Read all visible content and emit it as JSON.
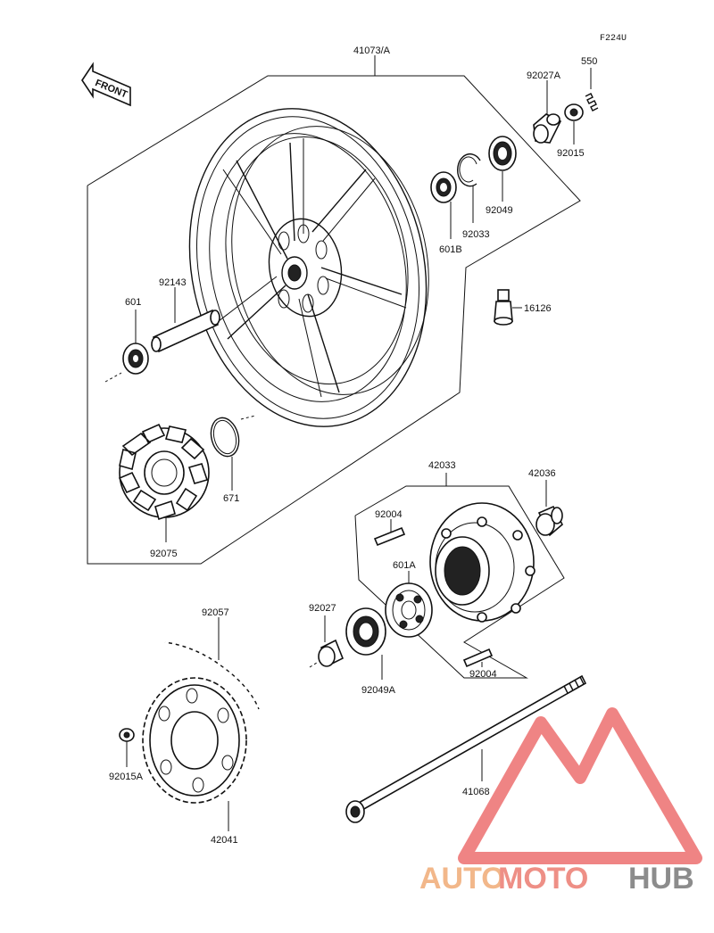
{
  "diagram_code": "F224U",
  "front_label": "FRONT",
  "watermark": {
    "part1": "AUTO",
    "part2": "MOTO",
    "part3": "HUB",
    "color1": "#f2b78a",
    "color2": "#ee8f86",
    "color3": "#8c8c8c",
    "logo_color": "#ec6f6f"
  },
  "parts": {
    "p41073A": "41073/A",
    "p92027A": "92027A",
    "p550": "550",
    "p92015": "92015",
    "p92049": "92049",
    "p92033": "92033",
    "p601B": "601B",
    "p16126": "16126",
    "p601": "601",
    "p92143": "92143",
    "p671": "671",
    "p92075": "92075",
    "p42033": "42033",
    "p42036": "42036",
    "p92004a": "92004",
    "p601A": "601A",
    "p92027": "92027",
    "p92049A": "92049A",
    "p92004b": "92004",
    "p92057": "92057",
    "p92015A": "92015A",
    "p42041": "42041",
    "p41068": "41068"
  }
}
